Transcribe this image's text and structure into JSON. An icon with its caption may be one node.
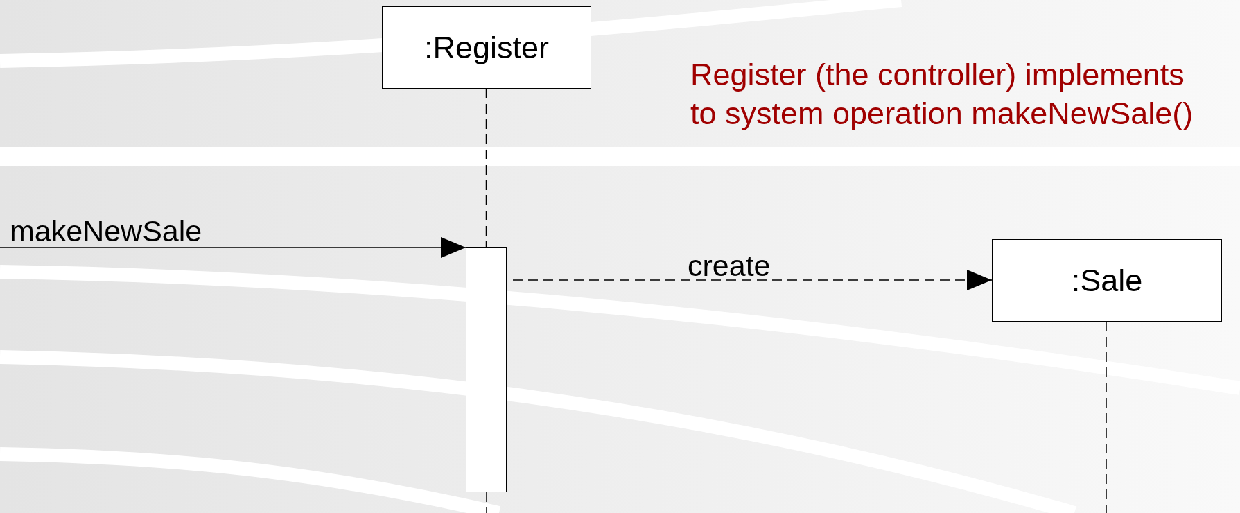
{
  "diagram": {
    "nodes": [
      {
        "text": [
          ":Register"
        ]
      },
      {
        "text": [],
        "shape": "bar"
      },
      {
        "text": [
          ":Sale"
        ]
      }
    ],
    "edges": [
      {
        "from": 0,
        "to": 1,
        "arrow": "none",
        "style": "dashed"
      },
      {
        "from": null,
        "to": 1,
        "arrow": "to",
        "label": "makeNewSale"
      },
      {
        "from": 1,
        "to": 2,
        "arrow": "to",
        "label": "create",
        "style": "dashed"
      }
    ],
    "labels": [
      "Register (the controller) implements to system operation makeNewSale()"
    ]
  }
}
